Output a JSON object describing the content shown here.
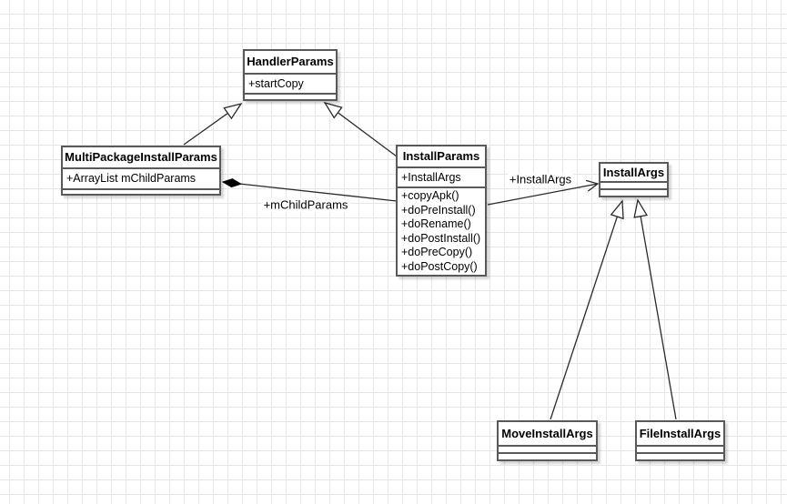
{
  "diagram": {
    "classes": {
      "handlerParams": {
        "title": "HandlerParams",
        "attributes": [
          "+startCopy"
        ],
        "methods": []
      },
      "multiPackageInstallParams": {
        "title": "MultiPackageInstallParams",
        "attributes": [
          "+ArrayList mChildParams"
        ],
        "methods": []
      },
      "installParams": {
        "title": "InstallParams",
        "attributes": [
          "+InstallArgs"
        ],
        "methods": [
          "+copyApk()",
          "+doPreInstall()",
          "+doRename()",
          "+doPostInstall()",
          "+doPreCopy()",
          "+doPostCopy()"
        ]
      },
      "installArgs": {
        "title": "InstallArgs",
        "attributes": [],
        "methods": []
      },
      "moveInstallArgs": {
        "title": "MoveInstallArgs",
        "attributes": [],
        "methods": []
      },
      "fileInstallArgs": {
        "title": "FileInstallArgs",
        "attributes": [],
        "methods": []
      }
    },
    "edges": {
      "composition_label": "+mChildParams",
      "association_label": "+InstallArgs"
    },
    "colors": {
      "grid": "#e6e6e6",
      "box_border": "#595959",
      "box_fill": "#ffffff",
      "edge_stroke": "#2b2b2b",
      "text": "#000000",
      "composition_diamond_fill": "#000000"
    }
  }
}
